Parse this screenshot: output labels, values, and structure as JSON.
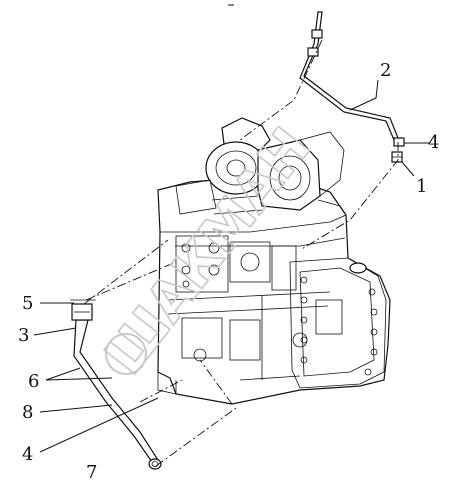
{
  "diagram": {
    "callouts": [
      {
        "id": "c2",
        "text": "2"
      },
      {
        "id": "c4a",
        "text": "4"
      },
      {
        "id": "c1",
        "text": "1"
      },
      {
        "id": "c5",
        "text": "5"
      },
      {
        "id": "c3",
        "text": "3"
      },
      {
        "id": "c6",
        "text": "6"
      },
      {
        "id": "c8",
        "text": "8"
      },
      {
        "id": "c4b",
        "text": "4"
      },
      {
        "id": "c7",
        "text": "7"
      }
    ],
    "watermark": "ШАКМАН"
  }
}
